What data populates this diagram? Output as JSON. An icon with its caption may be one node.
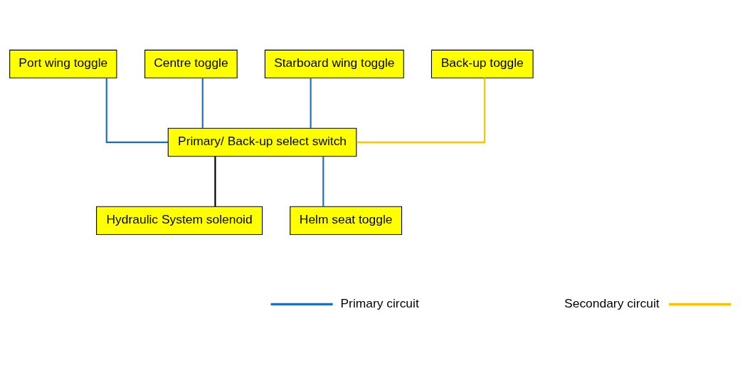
{
  "diagram": {
    "nodes": [
      {
        "text": [
          "Port wing toggle"
        ]
      },
      {
        "text": [
          "Centre toggle"
        ]
      },
      {
        "text": [
          "Starboard wing toggle"
        ]
      },
      {
        "text": [
          "Back-up toggle"
        ]
      },
      {
        "text": [
          "Primary/ Back-up select switch"
        ]
      },
      {
        "text": [
          "Helm seat toggle"
        ]
      },
      {
        "text": [
          "Hydraulic System solenoid"
        ]
      }
    ],
    "edges": [
      {
        "from": 2,
        "to": 4,
        "arrow": "none"
      },
      {
        "from": 1,
        "to": 4,
        "arrow": "none"
      },
      {
        "from": 0,
        "to": 4,
        "arrow": "none"
      },
      {
        "from": 5,
        "to": 4,
        "arrow": "none"
      },
      {
        "from": 4,
        "to": 3,
        "arrow": "none",
        "color": "#ffc000"
      },
      {
        "from": 4,
        "to": 6,
        "arrow": "none",
        "color": "#000000"
      }
    ],
    "legend": [
      {
        "text": "Primary circuit"
      },
      {
        "text": "Secondary circuit"
      }
    ]
  }
}
